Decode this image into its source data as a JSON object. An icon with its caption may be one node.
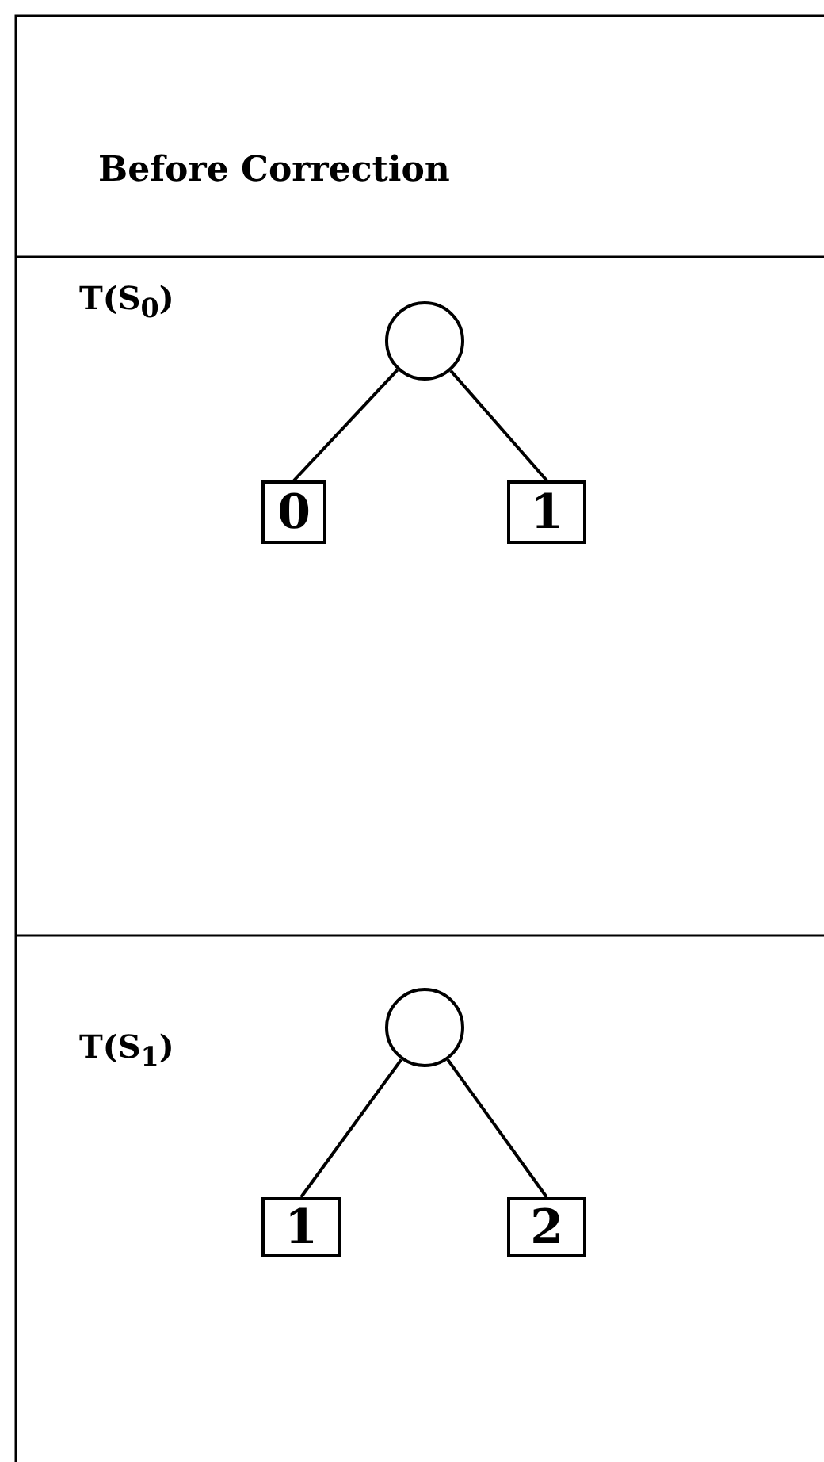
{
  "diagram": {
    "nodes": [
      {
        "text": [],
        "shape": "circle"
      },
      {
        "text": [
          "0"
        ]
      },
      {
        "text": [
          "1"
        ]
      },
      {
        "text": [],
        "shape": "circle"
      },
      {
        "text": [
          "1"
        ]
      },
      {
        "text": [
          "2"
        ]
      }
    ],
    "edges": [
      {
        "from": 0,
        "to": 1,
        "arrow": "none"
      },
      {
        "from": 0,
        "to": 2,
        "arrow": "none"
      },
      {
        "from": 3,
        "to": 4,
        "arrow": "none"
      },
      {
        "from": 3,
        "to": 5,
        "arrow": "none"
      }
    ],
    "labels": [
      "Before Correction",
      "T(S$_{0}$)",
      "T(S$_{1}$)"
    ]
  }
}
